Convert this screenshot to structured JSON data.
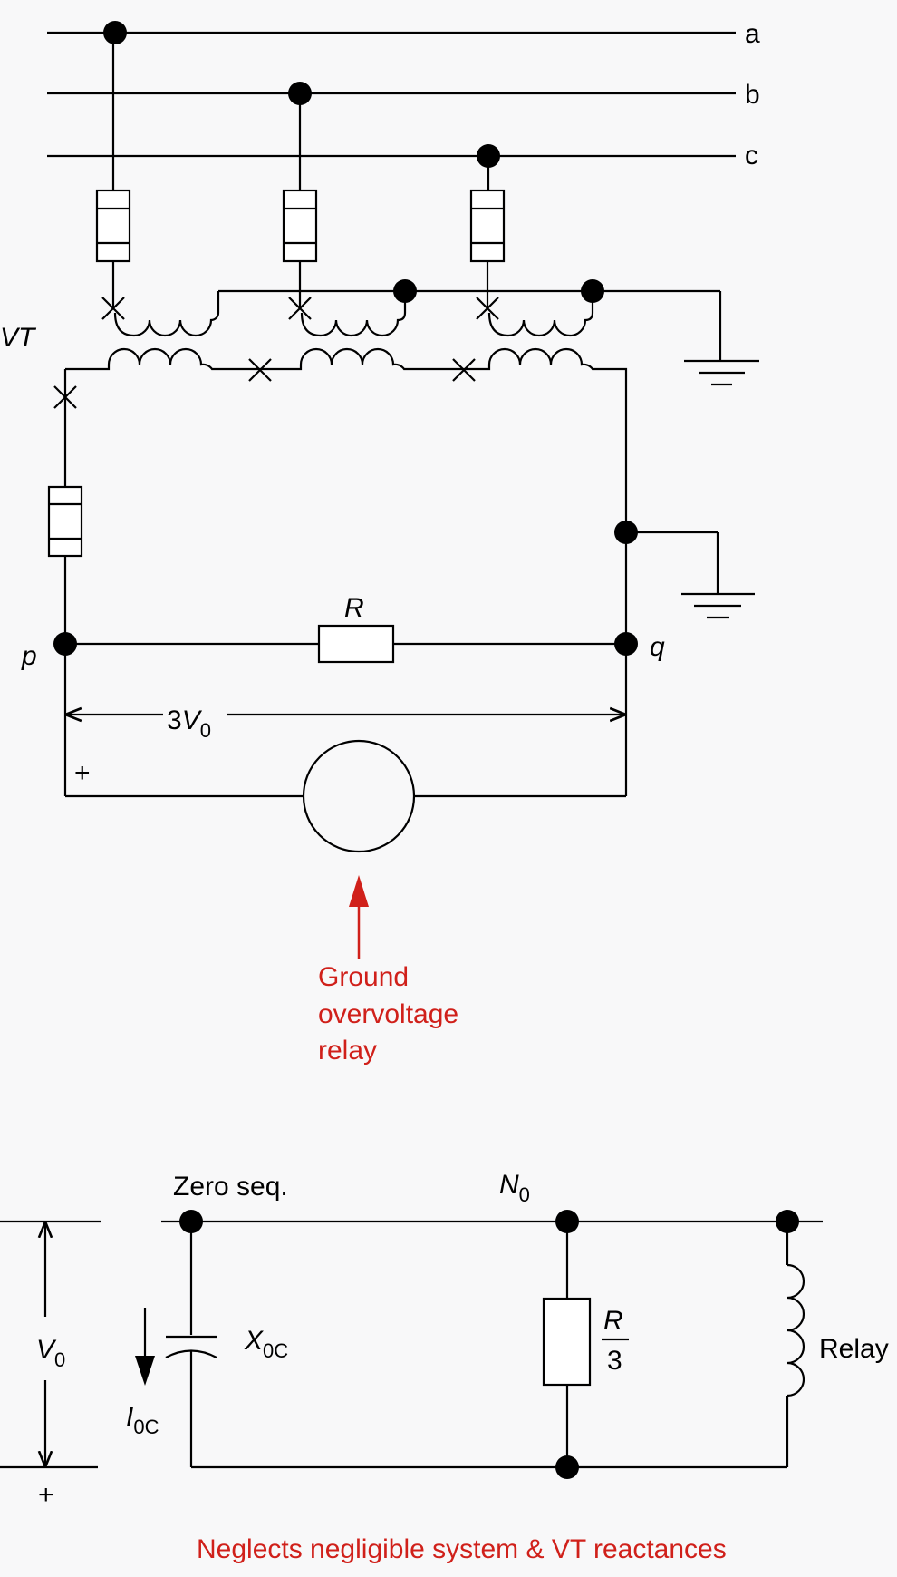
{
  "labels": {
    "phase_a": "a",
    "phase_b": "b",
    "phase_c": "c",
    "vt": "VT",
    "resistor": "R",
    "node_p": "p",
    "node_q": "q",
    "three_v0_coef": "3",
    "three_v0_var": "V",
    "three_v0_sub": "0",
    "plus_top": "+",
    "relay_note": [
      "Ground",
      "overvoltage",
      "relay"
    ],
    "zero_seq": "Zero seq.",
    "n0_var": "N",
    "n0_sub": "0",
    "v0_var": "V",
    "v0_sub": "0",
    "plus_bottom": "+",
    "i0c_var": "I",
    "i0c_sub": "0C",
    "x0c_var": "X",
    "x0c_sub": "0C",
    "r_num": "R",
    "r_den": "3",
    "relay": "Relay",
    "footnote": "Neglects negligible system & VT reactances"
  },
  "colors": {
    "annotation": "#d0201a",
    "wire": "#000000",
    "background": "#f8f8f9"
  }
}
